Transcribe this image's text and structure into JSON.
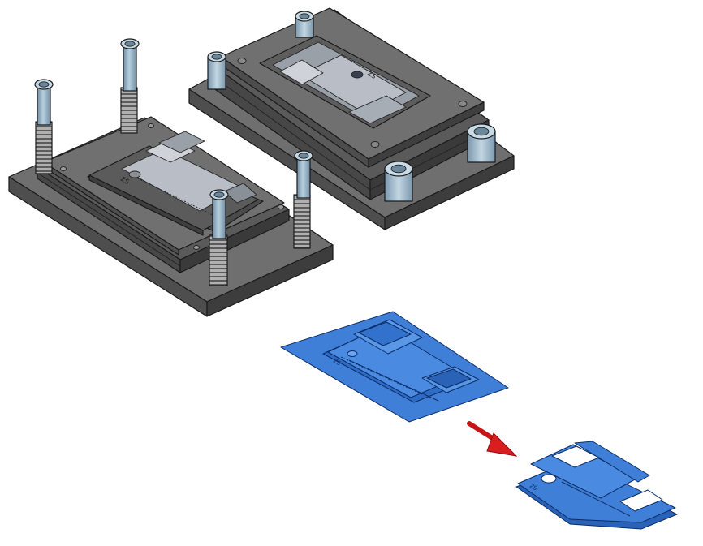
{
  "diagram": {
    "parts": [
      "lower-die-half",
      "upper-die-half",
      "stamped-blank-with-scrap",
      "finished-part"
    ],
    "engraving": "ZS",
    "colors": {
      "die_top": "#6c6c6c",
      "die_side": "#4a4a4a",
      "die_cavity": "#b9bec6",
      "pillar": "#9ab4c6",
      "spring": "#8a8a8a",
      "blank": "#3f7fd8",
      "blank_dark": "#2a62b8",
      "arrow": "#d81e1e"
    }
  }
}
